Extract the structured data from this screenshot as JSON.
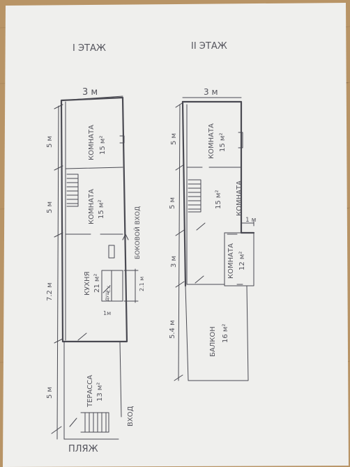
{
  "floor1": {
    "title": "I ЭТАЖ",
    "width_label": "3 м",
    "dims_left": [
      "5 м",
      "5 м",
      "7.2 м",
      "5 м"
    ],
    "rooms": [
      {
        "name": "КОМНАТА",
        "area": "15 м²"
      },
      {
        "name": "КОМНАТА",
        "area": "15 м²"
      },
      {
        "name": "КУХНЯ",
        "area": "21 м²"
      },
      {
        "name": "ТЕРАССА",
        "area": "13 м²"
      }
    ],
    "side_entrance": "БОКОВОЙ ВХОД",
    "small_dim": "2.1 м",
    "step_dim": "1м",
    "small_rooms": [
      "С.У.",
      "ДУШ"
    ],
    "entrance": "ВХОД",
    "beach": "ПЛЯЖ"
  },
  "floor2": {
    "title": "II ЭТАЖ",
    "width_label": "3 м",
    "dims_left": [
      "5 м",
      "5 м",
      "3 м",
      "5.4 м"
    ],
    "offset_label": "1 м",
    "rooms": [
      {
        "name": "КОМНАТА",
        "area": "15 м²"
      },
      {
        "name": "КОМНАТА",
        "area": "15 м²"
      },
      {
        "name": "КОМНАТА",
        "area": "12 м²"
      },
      {
        "name": "БАЛКОН",
        "area": "16 м²"
      }
    ]
  }
}
